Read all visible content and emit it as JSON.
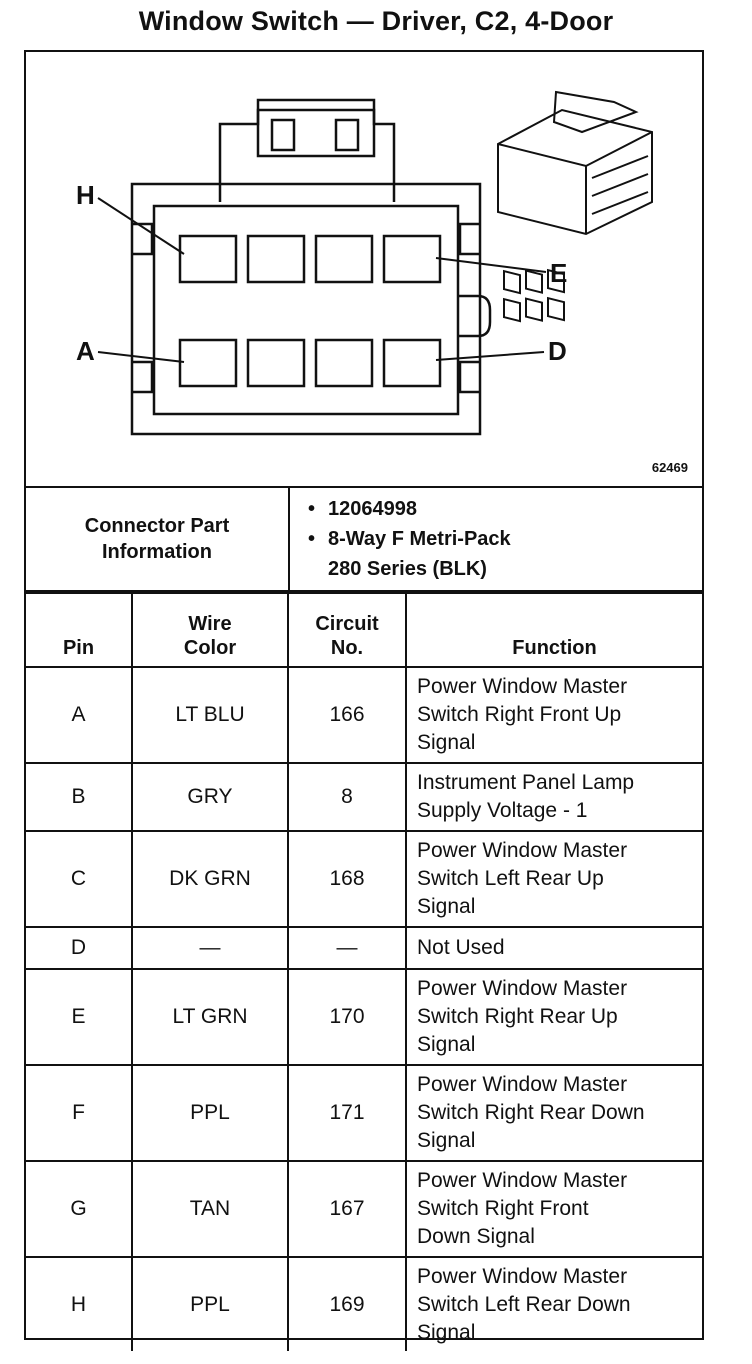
{
  "title": "Window Switch — Driver, C2, 4-Door",
  "diagram": {
    "figure_number": "62469",
    "callouts": {
      "h": "H",
      "e": "E",
      "a": "A",
      "d": "D"
    }
  },
  "connector_info": {
    "label_line1": "Connector Part",
    "label_line2": "Information",
    "part_number": "12064998",
    "description_line1": "8-Way F Metri-Pack",
    "description_line2": "280 Series (BLK)"
  },
  "table": {
    "headers": {
      "pin": "Pin",
      "wire_line1": "Wire",
      "wire_line2": "Color",
      "circuit_line1": "Circuit",
      "circuit_line2": "No.",
      "function": "Function"
    },
    "rows": [
      {
        "pin": "A",
        "wire": "LT BLU",
        "circuit": "166",
        "f1": "Power Window Master",
        "f2": "Switch Right Front Up",
        "f3": "Signal"
      },
      {
        "pin": "B",
        "wire": "GRY",
        "circuit": "8",
        "f1": "Instrument Panel Lamp",
        "f2": "Supply Voltage - 1",
        "f3": ""
      },
      {
        "pin": "C",
        "wire": "DK GRN",
        "circuit": "168",
        "f1": "Power Window Master",
        "f2": "Switch Left Rear Up",
        "f3": "Signal"
      },
      {
        "pin": "D",
        "wire": "—",
        "circuit": "—",
        "f1": "Not Used",
        "f2": "",
        "f3": ""
      },
      {
        "pin": "E",
        "wire": "LT GRN",
        "circuit": "170",
        "f1": "Power Window Master",
        "f2": "Switch Right Rear Up",
        "f3": "Signal"
      },
      {
        "pin": "F",
        "wire": "PPL",
        "circuit": "171",
        "f1": "Power Window Master",
        "f2": "Switch Right Rear Down",
        "f3": "Signal"
      },
      {
        "pin": "G",
        "wire": "TAN",
        "circuit": "167",
        "f1": "Power Window Master",
        "f2": "Switch Right Front",
        "f3": "Down Signal"
      },
      {
        "pin": "H",
        "wire": "PPL",
        "circuit": "169",
        "f1": "Power Window Master",
        "f2": "Switch Left Rear Down",
        "f3": "Signal"
      }
    ]
  }
}
